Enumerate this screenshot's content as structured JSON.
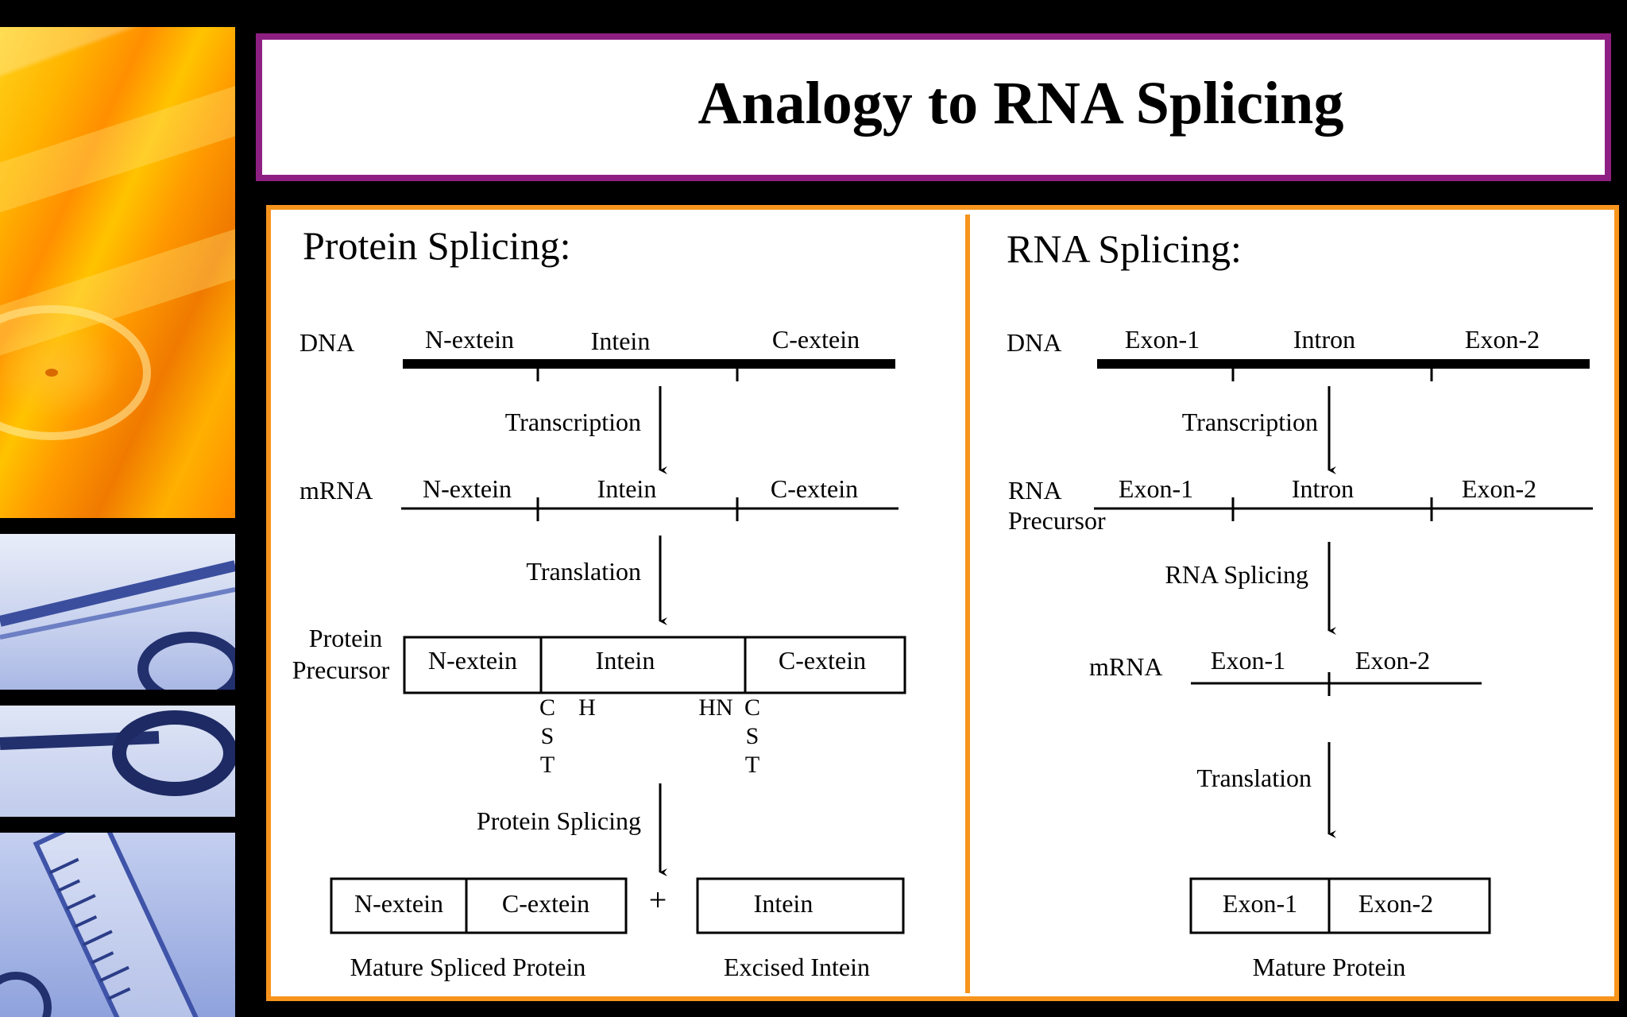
{
  "title": "Analogy to RNA Splicing",
  "colors": {
    "title_border": "#8e1f82",
    "content_border": "#f7941d",
    "background": "#000000"
  },
  "left_panel": {
    "heading": "Protein Splicing:",
    "dna_label": "DNA",
    "dna_segments": [
      "N-extein",
      "Intein",
      "C-extein"
    ],
    "step1": "Transcription",
    "mrna_label": "mRNA",
    "mrna_segments": [
      "N-extein",
      "Intein",
      "C-extein"
    ],
    "step2": "Translation",
    "precursor_label_1": "Protein",
    "precursor_label_2": "Precursor",
    "precursor_segments": [
      "N-extein",
      "Intein",
      "C-extein"
    ],
    "residues_left_c": "C",
    "residues_left_s": "S",
    "residues_left_t": "T",
    "residues_left_h": "H",
    "residues_right_hn": "HN",
    "residues_right_c": "C",
    "residues_right_s": "S",
    "residues_right_t": "T",
    "step3": "Protein Splicing",
    "product_segments": [
      "N-extein",
      "C-extein"
    ],
    "plus": "+",
    "excised": "Intein",
    "product_caption": "Mature Spliced Protein",
    "excised_caption": "Excised Intein"
  },
  "right_panel": {
    "heading": "RNA Splicing:",
    "dna_label": "DNA",
    "dna_segments": [
      "Exon-1",
      "Intron",
      "Exon-2"
    ],
    "step1": "Transcription",
    "precursor_label_1": "RNA",
    "precursor_label_2": "Precursor",
    "precursor_segments": [
      "Exon-1",
      "Intron",
      "Exon-2"
    ],
    "step2": "RNA Splicing",
    "mrna_label": "mRNA",
    "mrna_segments": [
      "Exon-1",
      "Exon-2"
    ],
    "step3": "Translation",
    "product_segments": [
      "Exon-1",
      "Exon-2"
    ],
    "product_caption": "Mature Protein"
  }
}
